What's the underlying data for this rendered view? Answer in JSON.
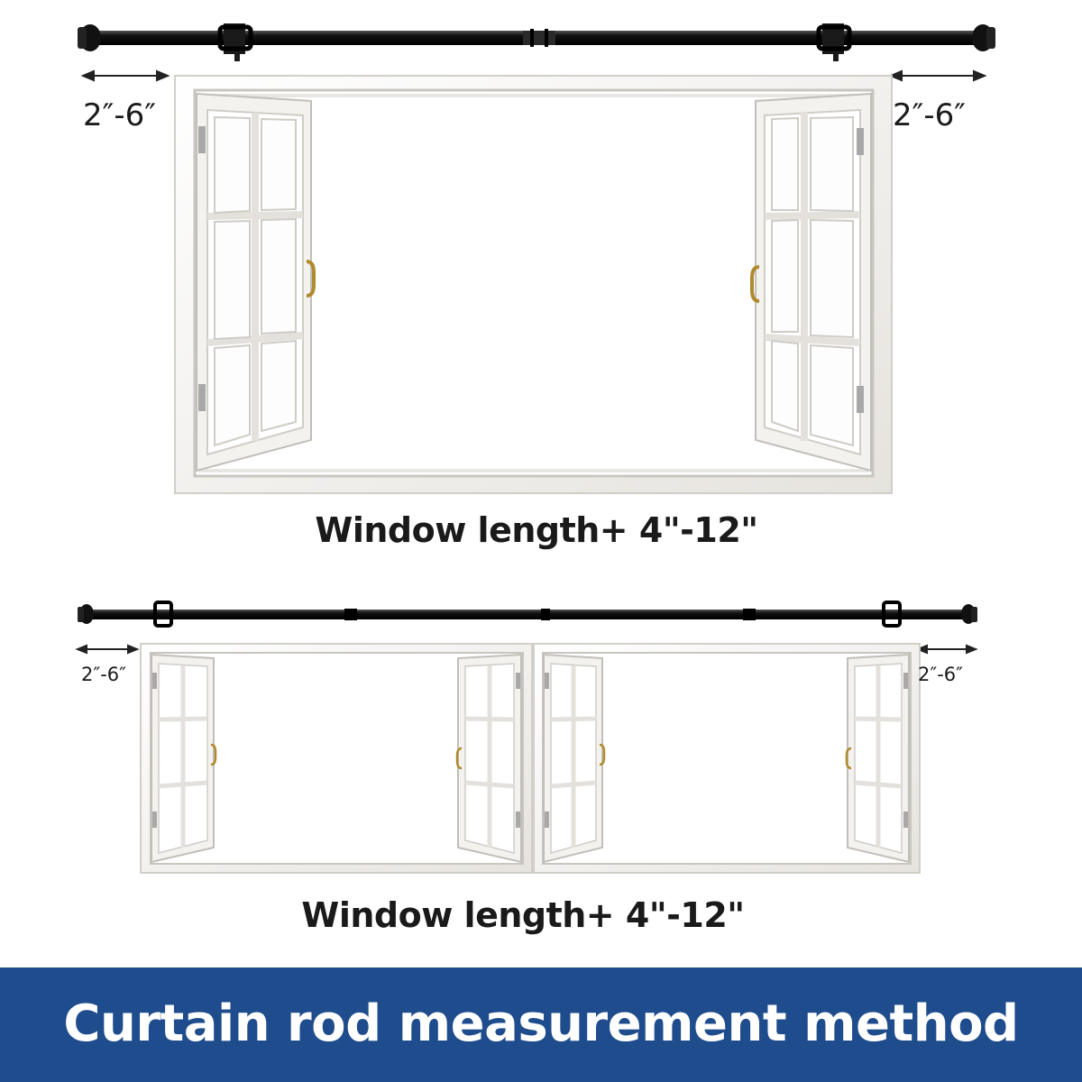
{
  "diagram_1": {
    "gap_left": "2″-6″",
    "gap_right": "2″-6″",
    "caption": "Window length+ 4\"-12\""
  },
  "diagram_2": {
    "gap_left": "2″-6″",
    "gap_right": "2″-6″",
    "caption": "Window length+ 4\"-12\""
  },
  "banner": {
    "title": "Curtain rod measurement method",
    "background_color": "#1e4c8c",
    "text_color": "#ffffff"
  },
  "colors": {
    "rod": "#111111",
    "frame": "#f2f0ec",
    "frame_shadow": "#c9c6c0",
    "hinge": "#a8a8a8",
    "handle": "#b08a2e"
  }
}
